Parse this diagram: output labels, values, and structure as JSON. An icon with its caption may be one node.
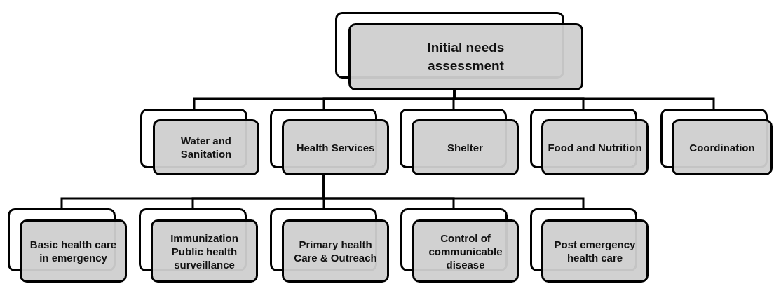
{
  "diagram": {
    "nodes": [
      {
        "text": [
          "Initial needs assessment"
        ]
      },
      {
        "text": [
          "Water and Sanitation"
        ]
      },
      {
        "text": [
          "Health Services"
        ]
      },
      {
        "text": [
          "Shelter"
        ]
      },
      {
        "text": [
          "Food and Nutrition"
        ]
      },
      {
        "text": [
          "Coordination"
        ]
      },
      {
        "text": [
          "Basic health care in emergency"
        ]
      },
      {
        "text": [
          "Immunization Public health surveillance"
        ]
      },
      {
        "text": [
          "Primary health Care & Outreach"
        ]
      },
      {
        "text": [
          "Control of communicable disease"
        ]
      },
      {
        "text": [
          "Post emergency health care"
        ]
      }
    ],
    "edges": [
      {
        "from": 0,
        "to": 1,
        "arrow": "none"
      },
      {
        "from": 0,
        "to": 2,
        "arrow": "none"
      },
      {
        "from": 0,
        "to": 3,
        "arrow": "none"
      },
      {
        "from": 0,
        "to": 4,
        "arrow": "none"
      },
      {
        "from": 0,
        "to": 5,
        "arrow": "none"
      },
      {
        "from": 2,
        "to": 6,
        "arrow": "none"
      },
      {
        "from": 2,
        "to": 7,
        "arrow": "none"
      },
      {
        "from": 2,
        "to": 8,
        "arrow": "none"
      },
      {
        "from": 2,
        "to": 9,
        "arrow": "none"
      },
      {
        "from": 2,
        "to": 10,
        "arrow": "none"
      }
    ]
  }
}
